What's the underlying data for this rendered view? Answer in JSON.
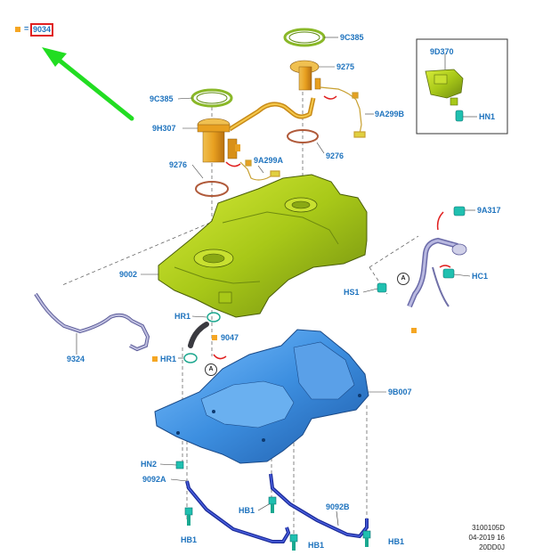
{
  "legend": {
    "symbol_color": "#f5a623",
    "equals": "=",
    "part_number": "9034",
    "highlight_color": "#e02020"
  },
  "arrow": {
    "color": "#22dd22",
    "icon": "arrow-up-left-icon"
  },
  "labels": {
    "ring_top": "9C385",
    "module_top": "9275",
    "ring_left": "9C385",
    "pump": "9H307",
    "harness_right": "9A299B",
    "seal_left": "9276",
    "harness_left": "9A299A",
    "seal_right": "9276",
    "inset_part": "9D370",
    "inset_clip": "HN1",
    "connector": "9A317",
    "tank": "9002",
    "clip_hc1": "HC1",
    "clip_hs1": "HS1",
    "clamp_hr1_top": "HR1",
    "hose": "9047",
    "vapor_line": "9324",
    "clamp_hr1_bottom": "HR1",
    "shield": "9B007",
    "nut_hn2": "HN2",
    "strap_left": "9092A",
    "bolt_hb1_mid": "HB1",
    "strap_right": "9092B",
    "bolt_hb1_left": "HB1",
    "bolt_hb1_center": "HB1",
    "bolt_hb1_right": "HB1"
  },
  "callouts": {
    "a1": "A",
    "a2": "A"
  },
  "stamp": {
    "line1": "3100105D",
    "line2": "04-2019 16",
    "line3": "20DD0J"
  },
  "colors": {
    "label": "#1e73be",
    "tank": "#b8d61e",
    "shield": "#3d8fe0",
    "ring": "#8ab828",
    "module": "#e8a020",
    "strap": "#2c3fc8"
  }
}
